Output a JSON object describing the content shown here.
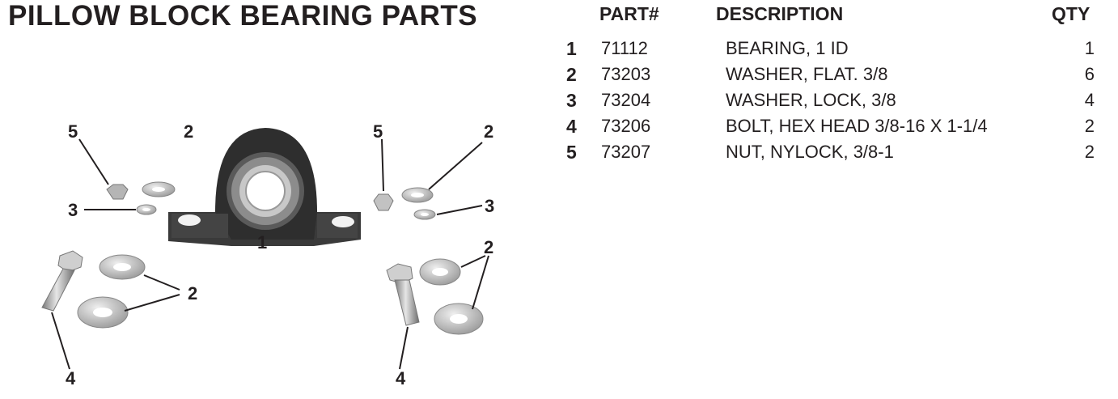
{
  "title": "PILLOW BLOCK BEARING PARTS",
  "table": {
    "headers": {
      "part": "PART#",
      "description": "DESCRIPTION",
      "qty": "QTY"
    },
    "rows": [
      {
        "num": "1",
        "part": "71112",
        "description": "BEARING, 1 ID",
        "qty": "1"
      },
      {
        "num": "2",
        "part": "73203",
        "description": "WASHER, FLAT. 3/8",
        "qty": "6"
      },
      {
        "num": "3",
        "part": "73204",
        "description": "WASHER, LOCK, 3/8",
        "qty": "4"
      },
      {
        "num": "4",
        "part": "73206",
        "description": "BOLT, HEX HEAD 3/8-16 X 1-1/4",
        "qty": "2"
      },
      {
        "num": "5",
        "part": "73207",
        "description": "NUT, NYLOCK, 3/8-1",
        "qty": "2"
      }
    ]
  },
  "diagram": {
    "callouts": {
      "c5_left": "5",
      "c2_top": "2",
      "c3_left": "3",
      "c1": "1",
      "c2_left_bottom": "2",
      "c4_left": "4",
      "c5_right": "5",
      "c2_right_top": "2",
      "c3_right": "3",
      "c2_right_bottom": "2",
      "c4_right": "4"
    }
  }
}
